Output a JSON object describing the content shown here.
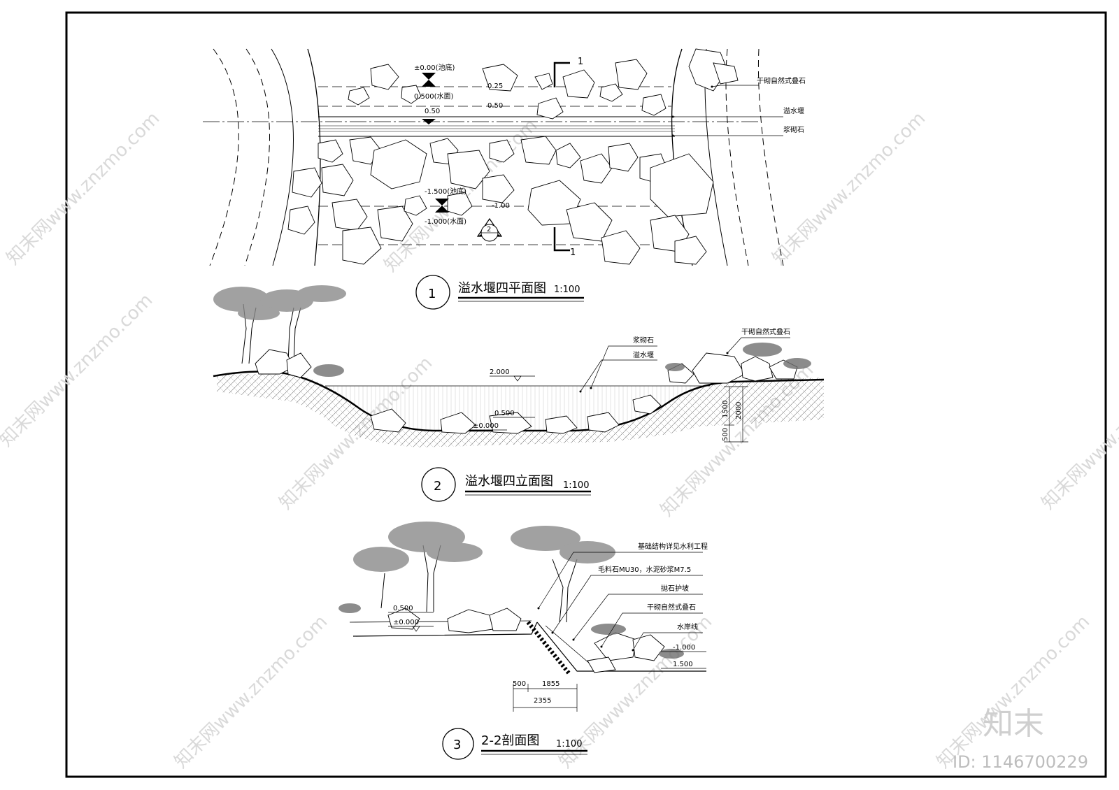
{
  "plan": {
    "title_number": "1",
    "title": "溢水堰四平面图",
    "scale": "1:100",
    "section_mark": "1",
    "section_mark_bottom": "1",
    "detail_ref_top": "2",
    "elev_top_bottom": "±0.00(池底)",
    "elev_top_water": "0.500(水面)",
    "elev_top_water_short": "0.50",
    "elev_bot_bottom": "-1.500(池底)",
    "elev_bot_water": "-1.000(水面)",
    "contour_025": "0.25",
    "contour_050": "0.50",
    "contour_100": "-1.00",
    "label_stack_stone": "干砌自然式叠石",
    "label_weir": "溢水堰",
    "label_masonry": "浆砌石"
  },
  "elevation": {
    "title_number": "2",
    "title": "溢水堰四立面图",
    "scale": "1:100",
    "label_masonry": "浆砌石",
    "label_weir": "溢水堰",
    "label_stack_stone": "干砌自然式叠石",
    "elev_2000": "2.000",
    "elev_0500": "0.500",
    "elev_0000": "±0.000",
    "dim_1500": "1500",
    "dim_2000": "2000",
    "dim_500": "500"
  },
  "section": {
    "title_number": "3",
    "title": "2-2剖面图",
    "scale": "1:100",
    "label_foundation": "基础结构详见水利工程",
    "label_rubble": "毛料石MU30，水泥砂浆M7.5",
    "label_riprap": "抛石护坡",
    "label_stack_stone": "干砌自然式叠石",
    "label_waterline": "水岸线",
    "elev_0500": "0.500",
    "elev_0000": "±0.000",
    "elev_m1000": "-1.000",
    "elev_m1500": "1.500",
    "dim_500": "500",
    "dim_1855": "1855",
    "dim_2355": "2355"
  },
  "watermark": {
    "text": "知末网www.znzmo.com",
    "brand": "知末",
    "id": "ID: 1146700229"
  }
}
